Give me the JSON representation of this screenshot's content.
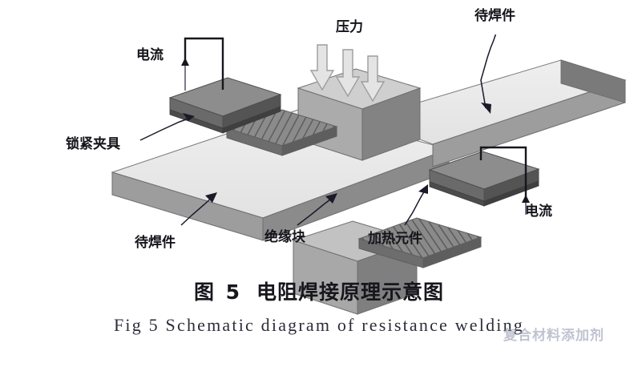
{
  "figure": {
    "caption_cn_prefix": "图 5",
    "caption_cn_text": "电阻焊接原理示意图",
    "caption_en": "Fig 5   Schematic diagram of resistance welding",
    "watermark": "复合材料添加剂"
  },
  "labels": {
    "current_left": "电流",
    "current_right": "电流",
    "pressure": "压力",
    "workpiece_top": "待焊件",
    "workpiece_bottom": "待焊件",
    "clamp": "锁紧夹具",
    "insulation_block": "绝缘块",
    "heating_element": "加热元件"
  },
  "colors": {
    "background": "#ffffff",
    "workpiece_top_face": "#e9e9e9",
    "workpiece_side_face": "#8e8e8e",
    "block_top_face": "#c9c9c9",
    "block_front_face": "#9b9b9b",
    "block_side_face": "#6f6f6f",
    "clamp_top_face": "#8a8a8a",
    "clamp_side_face": "#595959",
    "heater_face": "#7e7e7e",
    "arrow_fill": "#e2e2e2",
    "arrow_stroke": "#9a9a9a",
    "leader_line": "#1a1a2a",
    "wire": "#16161c",
    "text": "#14141a"
  }
}
